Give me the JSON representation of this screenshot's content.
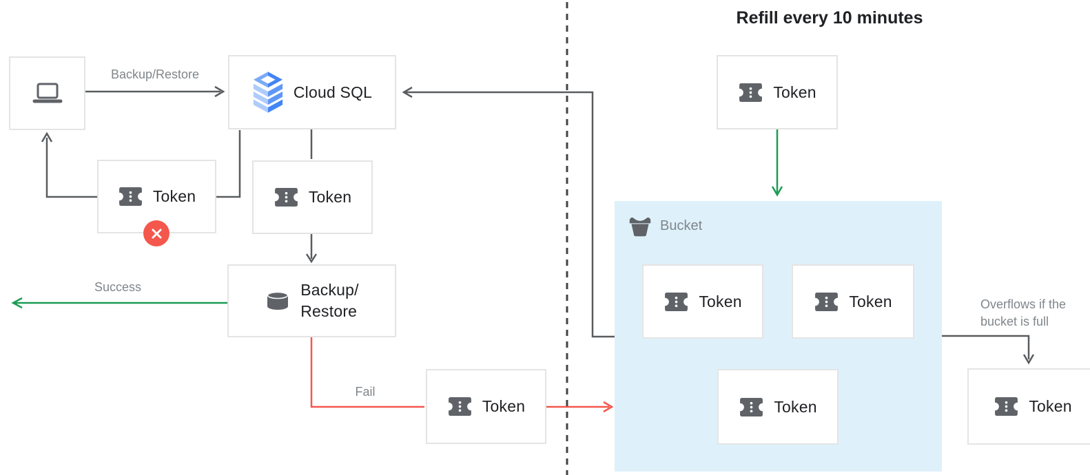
{
  "title": "Refill every 10 minutes",
  "nodes": {
    "cloud_sql": {
      "label": "Cloud SQL"
    },
    "backup_restore": {
      "label": "Backup/\nRestore"
    },
    "bucket": {
      "label": "Bucket"
    },
    "tokens": {
      "rejected": "Token",
      "cloud_sql": "Token",
      "fail": "Token",
      "refill": "Token",
      "bucket_1": "Token",
      "bucket_2": "Token",
      "bucket_3": "Token",
      "overflow": "Token"
    }
  },
  "edge_labels": {
    "backup_restore": "Backup/Restore",
    "success": "Success",
    "fail": "Fail",
    "overflow": "Overflows if the\nbucket is full"
  },
  "icons": [
    "laptop-icon",
    "cloud-sql-icon",
    "token-icon",
    "database-icon",
    "bucket-icon",
    "error-x-icon"
  ],
  "colors": {
    "success_green": "#1B9C55",
    "error_red": "#F4574C",
    "bucket_fill": "#DEF1FB",
    "line_dark": "#595C5F",
    "label_gray": "#80868B",
    "text_dark": "#202124",
    "cloud_sql_blue": "#4285F4",
    "cloud_sql_light_blue": "#AECBFA"
  }
}
